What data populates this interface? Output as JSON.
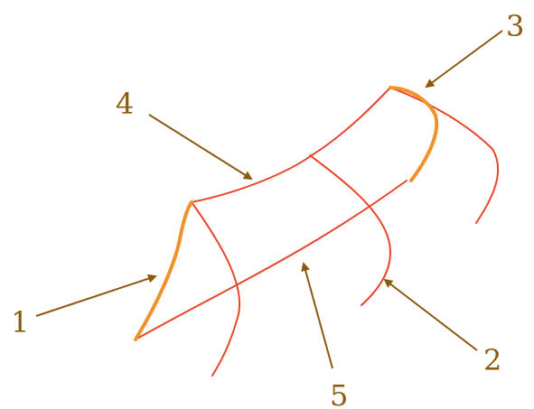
{
  "colors": {
    "curve": "#e8452b",
    "highlight": "#f0922a",
    "annotation": "#8b5a0e",
    "background": "#ffffff"
  },
  "labels": {
    "l1": "1",
    "l2": "2",
    "l3": "3",
    "l4": "4",
    "l5": "5"
  }
}
